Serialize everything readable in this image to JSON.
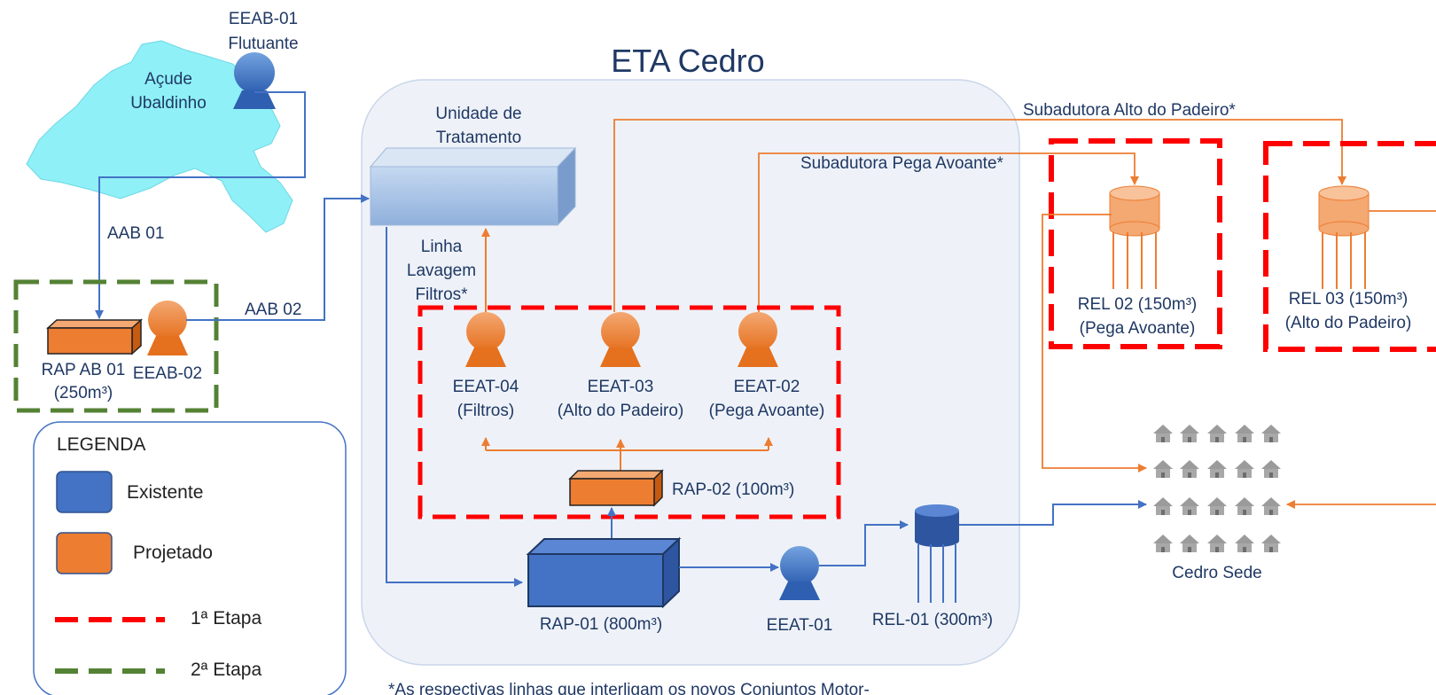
{
  "title": "ETA Cedro",
  "reservoir": {
    "line1": "Açude",
    "line2": "Ubaldinho"
  },
  "eeab01": {
    "line1": "EEAB-01",
    "line2": "Flutuante"
  },
  "aab01": "AAB 01",
  "aab02": "AAB 02",
  "rap_ab01": {
    "line1": "RAP AB 01",
    "line2": "(250m³)"
  },
  "eeab02": "EEAB-02",
  "treatment": {
    "line1": "Unidade de",
    "line2": "Tratamento"
  },
  "wash_line": {
    "line1": "Linha",
    "line2": "Lavagem",
    "line3": "Filtros*"
  },
  "subadutora_alto": "Subadutora Alto do Padeiro*",
  "subadutora_pega": "Subadutora Pega Avoante*",
  "eeat04": {
    "line1": "EEAT-04",
    "line2": "(Filtros)"
  },
  "eeat03": {
    "line1": "EEAT-03",
    "line2": "(Alto do Padeiro)"
  },
  "eeat02": {
    "line1": "EEAT-02",
    "line2": "(Pega Avoante)"
  },
  "rap02": "RAP-02 (100m³)",
  "rap01": "RAP-01 (800m³)",
  "eeat01": "EEAT-01",
  "rel01": "REL-01 (300m³)",
  "rel02": {
    "line1": "REL 02 (150m³)",
    "line2": "(Pega Avoante)"
  },
  "rel03": {
    "line1": "REL 03 (150m³)",
    "line2": "(Alto do Padeiro)"
  },
  "cedro_sede": "Cedro Sede",
  "legend": {
    "title": "LEGENDA",
    "existing": "Existente",
    "projected": "Projetado",
    "stage1": "1ª Etapa",
    "stage2": "2ª Etapa"
  },
  "footnote": "*As respectivas linhas que interligam os novos Conjuntos Motor-",
  "colors": {
    "existing": "#4472c4",
    "projected": "#ed7d31",
    "stage1": "#ff0000",
    "stage2": "#548235",
    "station_bg": "#eef2f8",
    "reservoir": "#8ff0f7"
  }
}
